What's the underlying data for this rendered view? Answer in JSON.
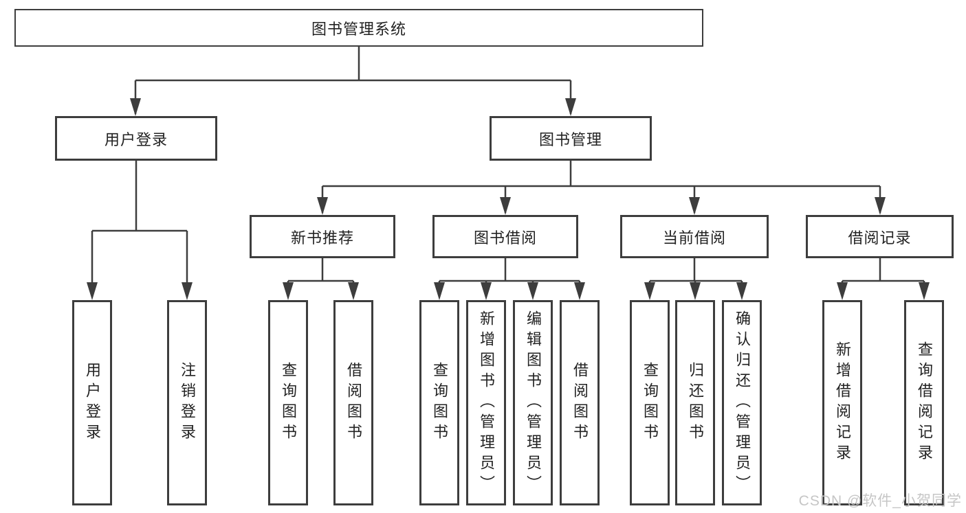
{
  "diagram": {
    "title": "图书管理系统",
    "type": "hierarchy-tree"
  },
  "nodes": {
    "root": "图书管理系统",
    "level2": [
      "用户登录",
      "图书管理"
    ],
    "level3": [
      "新书推荐",
      "图书借阅",
      "当前借阅",
      "借阅记录"
    ],
    "leaves": [
      "用户登录",
      "注销登录",
      "查询图书",
      "借阅图书",
      "查询图书",
      "新增图书（管理员）",
      "编辑图书（管理员）",
      "借阅图书",
      "查询图书",
      "归还图书",
      "确认归还（管理员）",
      "新增借阅记录",
      "查询借阅记录"
    ]
  },
  "watermark": {
    "text": "CSDN @软件_小贺同学"
  },
  "colors": {
    "line": "#3d3d3d",
    "border": "#3d3d3d",
    "text": "#222222",
    "background": "#ffffff",
    "watermark": "#c6c6c6"
  }
}
